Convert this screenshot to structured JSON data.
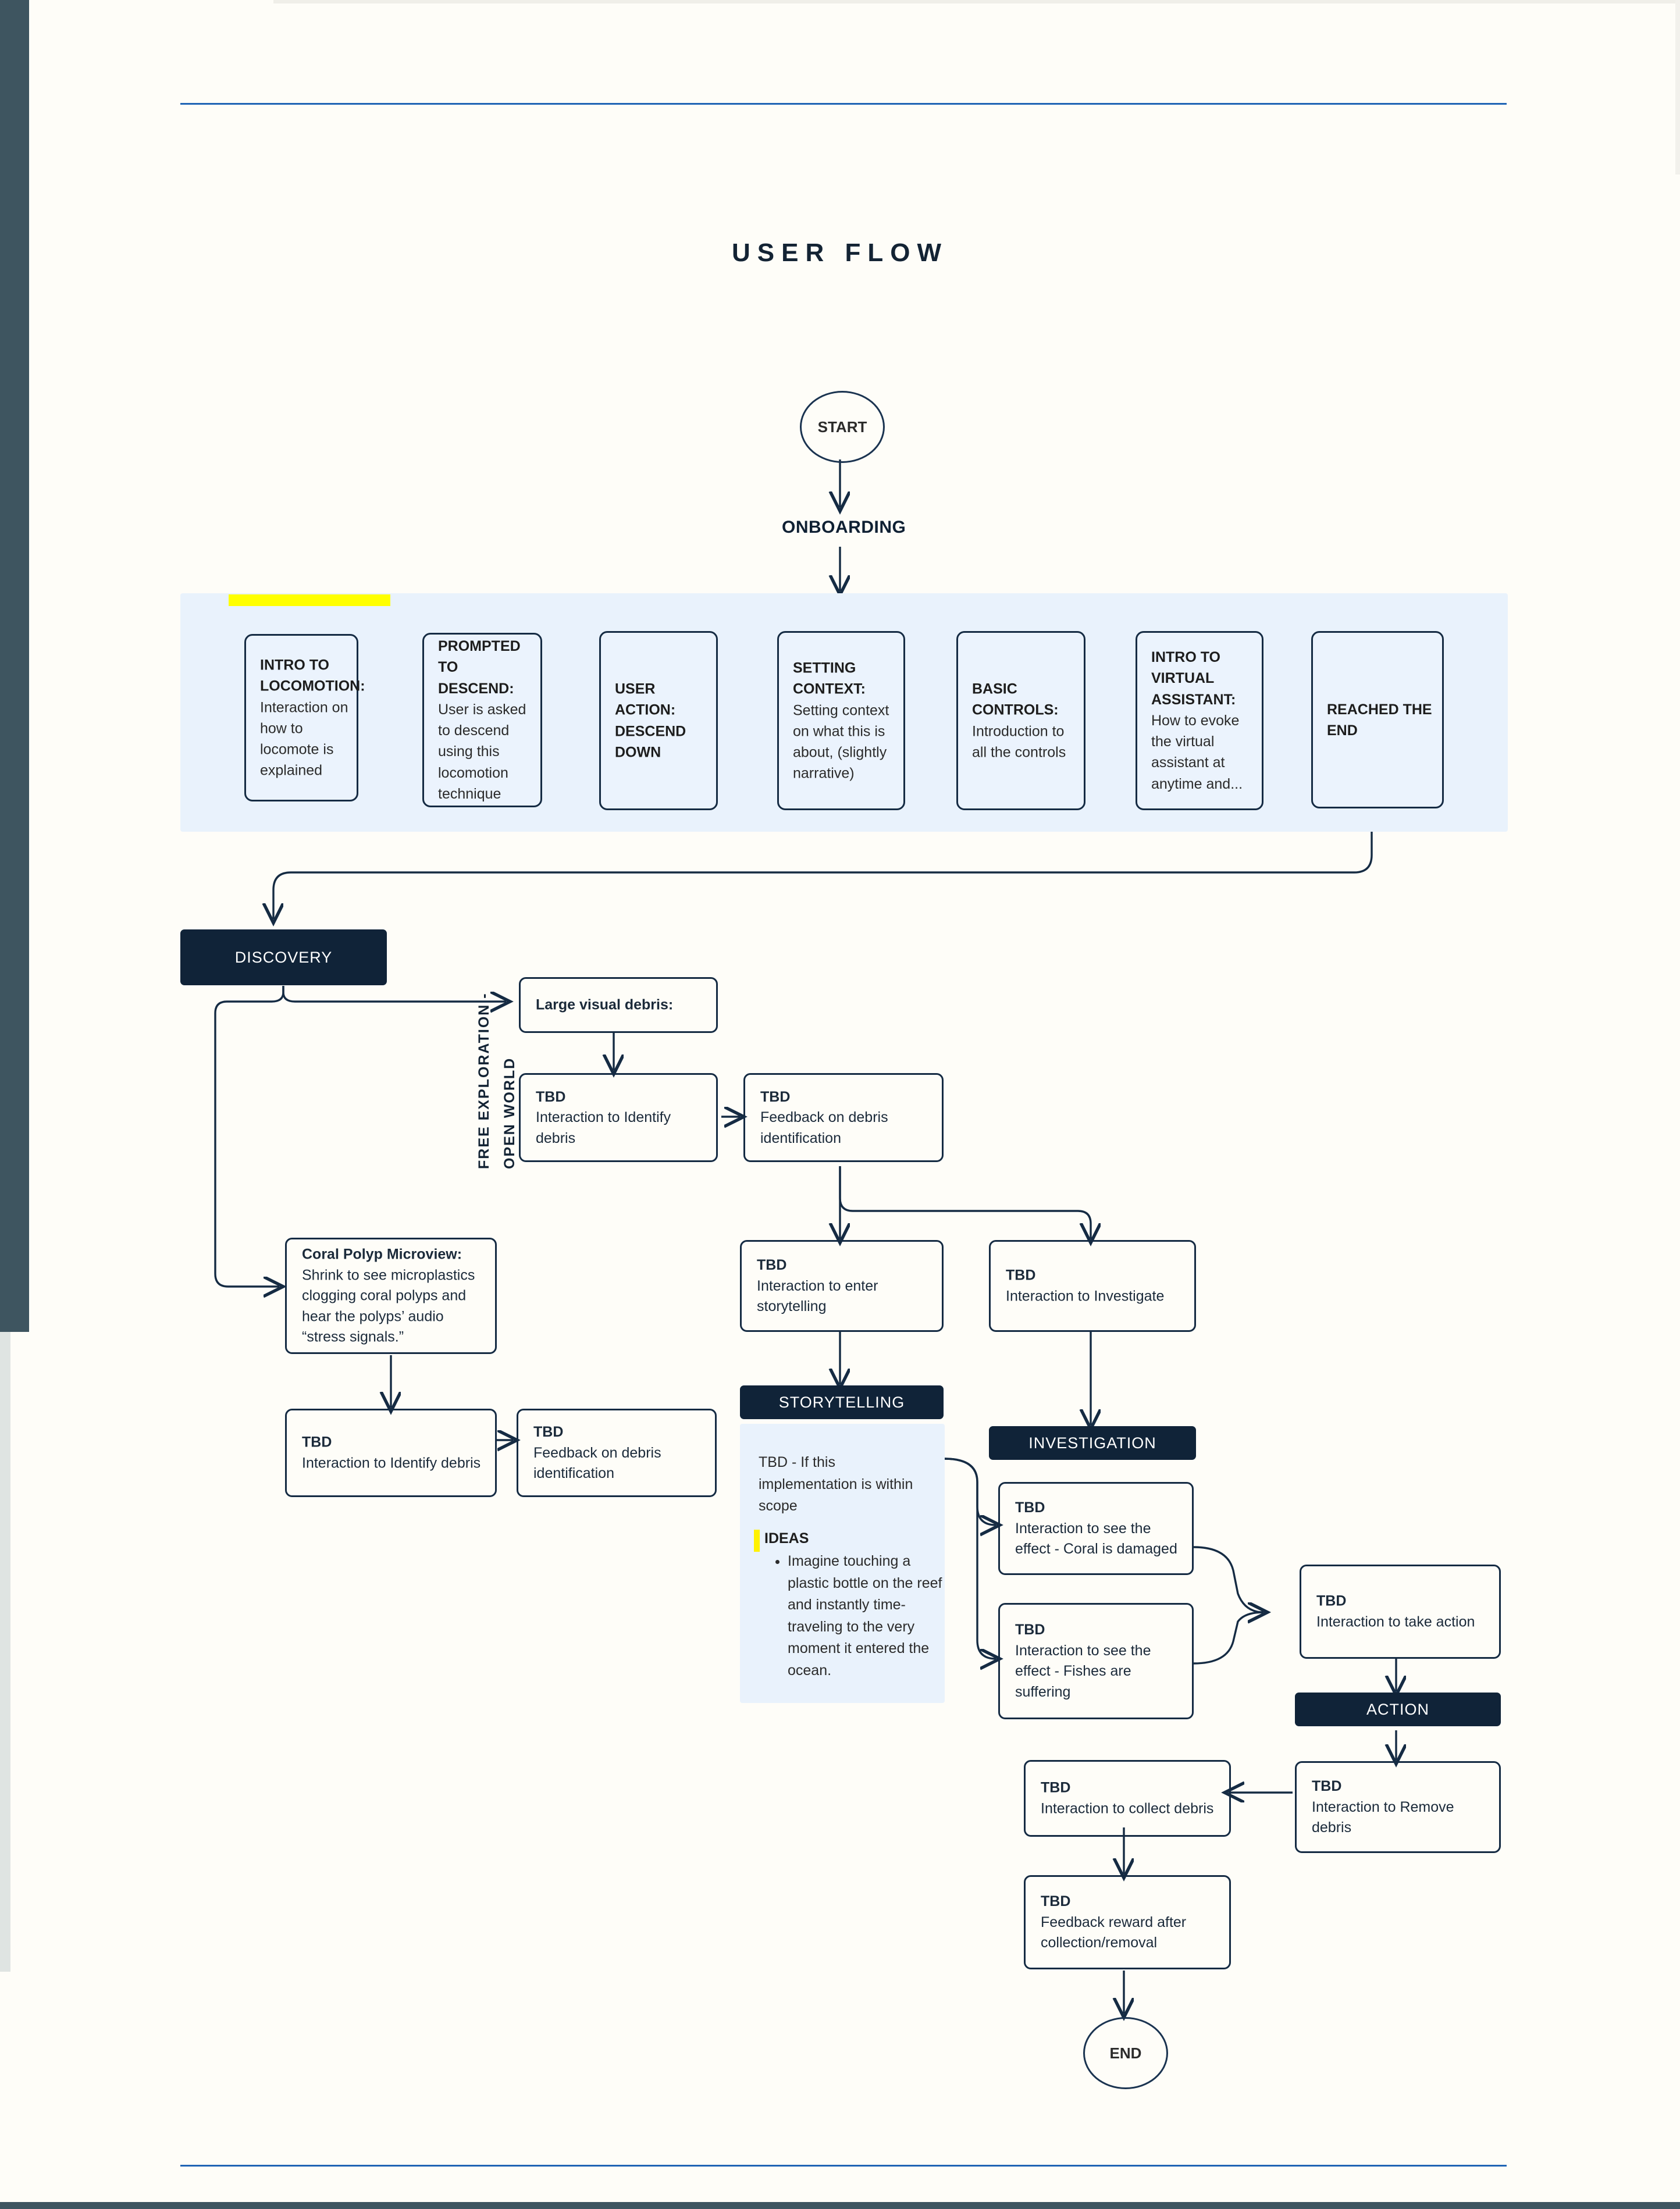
{
  "page": {
    "title": "USER FLOW",
    "accent_navy": "#102338",
    "band_blue": "#E9F2FC",
    "highlight_yellow": "#FFFF00",
    "rule_blue": "#1f64b5",
    "paper": "#FEFDF8"
  },
  "start_node": {
    "label": "START"
  },
  "end_node": {
    "label": "END"
  },
  "stages": {
    "onboarding": "ONBOARDING",
    "discovery": "DISCOVERY",
    "storytelling": "STORYTELLING",
    "investigation": "INVESTIGATION",
    "action": "ACTION"
  },
  "vertical_label": {
    "line1": "FREE EXPLORATION -",
    "line2": "OPEN WORLD"
  },
  "onboarding_cards": [
    {
      "title": "INTRO TO LOCOMOTION:",
      "body": "Interaction on how to locomote is explained"
    },
    {
      "title": "PROMPTED TO DESCEND:",
      "body": "User is asked to descend using this locomotion technique"
    },
    {
      "title": "USER ACTION: DESCEND DOWN",
      "body": ""
    },
    {
      "title": "SETTING CONTEXT:",
      "body": "Setting context on what this is about, (slightly narrative)"
    },
    {
      "title": "BASIC CONTROLS:",
      "body": "Introduction to all the controls"
    },
    {
      "title": "INTRO TO VIRTUAL ASSISTANT:",
      "body": "How to evoke the virtual assistant at anytime and..."
    },
    {
      "title": "REACHED THE END",
      "body": ""
    }
  ],
  "nodes": {
    "large_visual_debris": {
      "title": "Large visual debris:",
      "body": ""
    },
    "identify_debris_top": {
      "title": "TBD",
      "body": "Interaction to Identify debris"
    },
    "feedback_debris_top": {
      "title": "TBD",
      "body": "Feedback on debris identification"
    },
    "coral_polyp": {
      "title": "Coral Polyp Microview:",
      "body": "Shrink to see microplastics clogging coral polyps and hear the polyps’ audio “stress signals.”"
    },
    "identify_debris_bottom": {
      "title": "TBD",
      "body": "Interaction to Identify debris"
    },
    "feedback_debris_bottom": {
      "title": "TBD",
      "body": "Feedback on debris identification"
    },
    "enter_storytelling": {
      "title": "TBD",
      "body": "Interaction to enter storytelling"
    },
    "investigate": {
      "title": "TBD",
      "body": "Interaction to Investigate"
    },
    "effect_coral": {
      "title": "TBD",
      "body": "Interaction to see the effect - Coral is damaged"
    },
    "effect_fishes": {
      "title": "TBD",
      "body": "Interaction to see the effect - Fishes are suffering"
    },
    "take_action": {
      "title": "TBD",
      "body": "Interaction to take action"
    },
    "remove_debris": {
      "title": "TBD",
      "body": "Interaction to Remove debris"
    },
    "collect_debris": {
      "title": "TBD",
      "body": "Interaction to collect debris"
    },
    "feedback_reward": {
      "title": "TBD",
      "body": "Feedback reward after collection/removal"
    }
  },
  "storytelling_panel": {
    "tbd_text": "TBD - If this implementation is within scope",
    "ideas_heading": "IDEAS",
    "ideas": [
      "Imagine touching a plastic bottle on the reef and instantly time-traveling to the very moment it entered the ocean."
    ]
  }
}
